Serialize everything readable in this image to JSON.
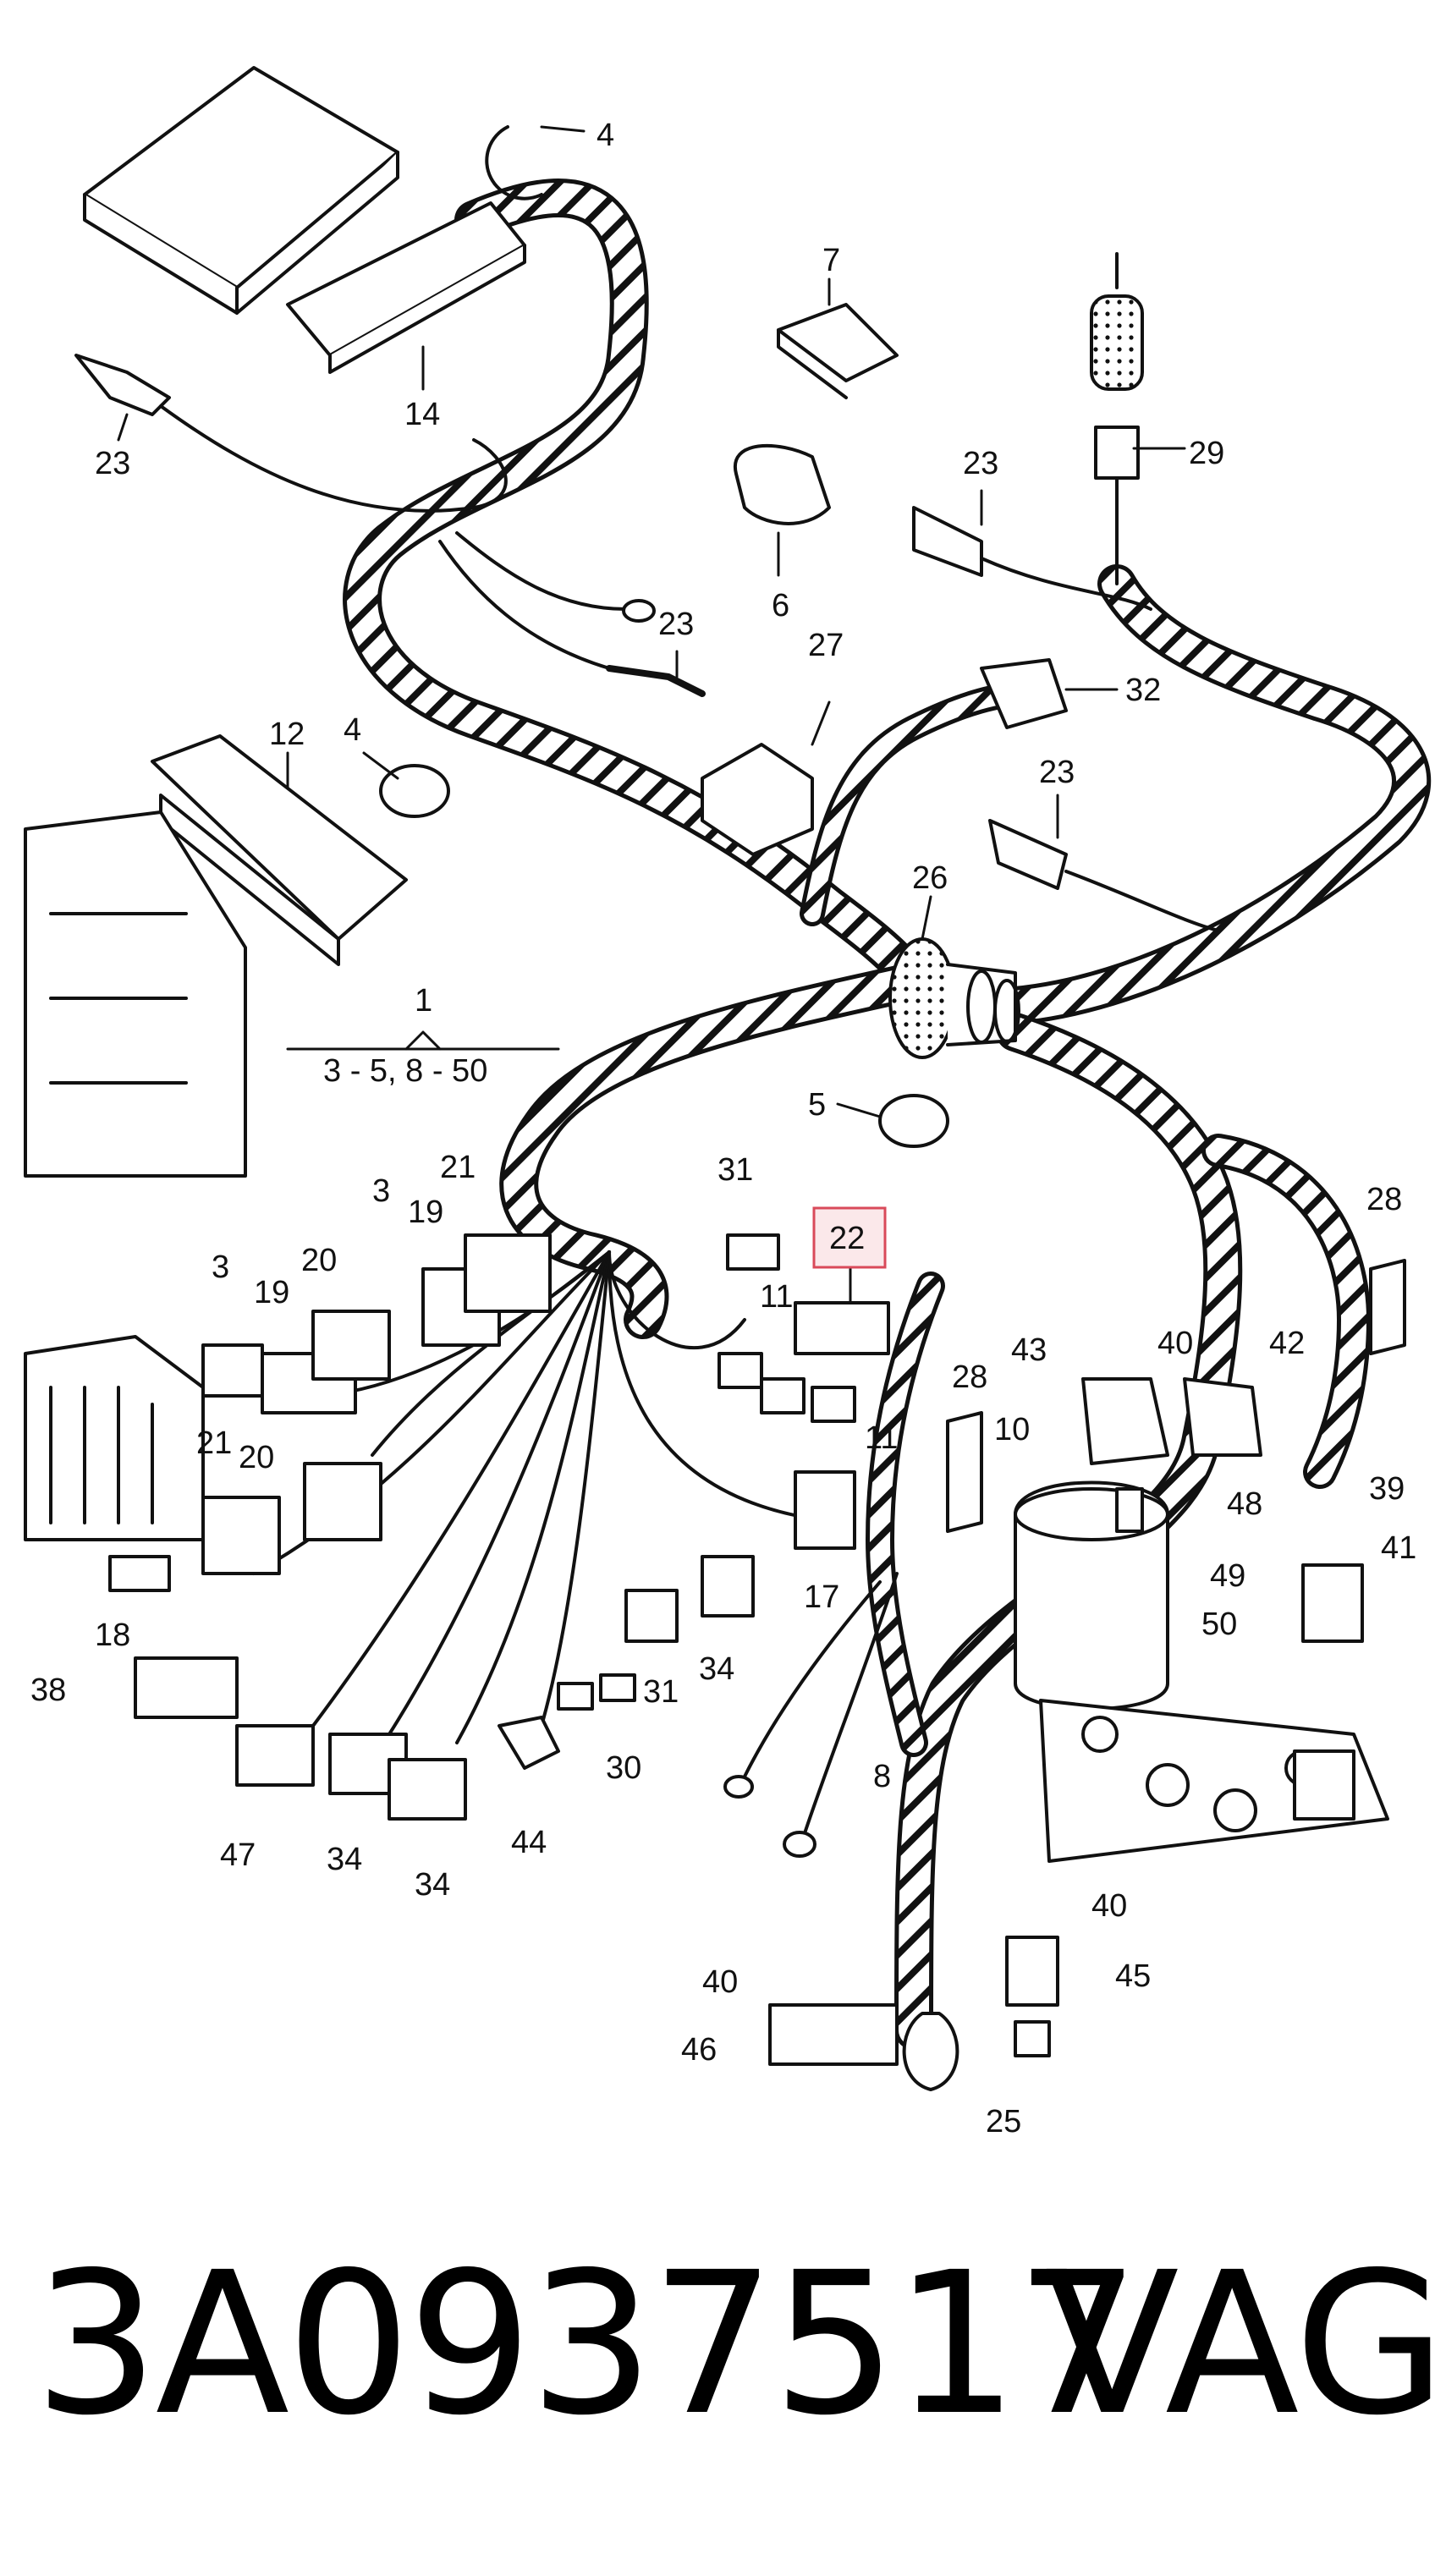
{
  "diagram": {
    "callouts": {
      "c4a": "4",
      "c14": "14",
      "c7": "7",
      "c23a": "23",
      "c6": "6",
      "c23b": "23",
      "c29": "29",
      "c23c": "23",
      "c27": "27",
      "c32": "32",
      "c12": "12",
      "c4b": "4",
      "c23d": "23",
      "c26": "26",
      "c1": "1",
      "c1range": "3 - 5, 8 - 50",
      "c5": "5",
      "c3a": "3",
      "c21a": "21",
      "c31a": "31",
      "c22": "22",
      "c19a": "19",
      "c20a": "20",
      "c3b": "3",
      "c19b": "19",
      "c11a": "11",
      "c28a": "28",
      "c28b": "28",
      "c43": "43",
      "c40a": "40",
      "c42": "42",
      "c10": "10",
      "c11b": "11",
      "c48": "48",
      "c21b": "21",
      "c20b": "20",
      "c39": "39",
      "c49": "49",
      "c41": "41",
      "c17": "17",
      "c50": "50",
      "c18": "18",
      "c34a": "34",
      "c31b": "31",
      "c38": "38",
      "c30": "30",
      "c8": "8",
      "c47": "47",
      "c34b": "34",
      "c34c": "34",
      "c44": "44",
      "c40b": "40",
      "c40c": "40",
      "c45": "45",
      "c46": "46",
      "c25": "25"
    },
    "highlight_color": "#d94a5a",
    "highlight_fill": "#fbe8ea",
    "line_color": "#111111"
  },
  "footer": {
    "part_number": "3A0937517",
    "brand": "VAG"
  }
}
